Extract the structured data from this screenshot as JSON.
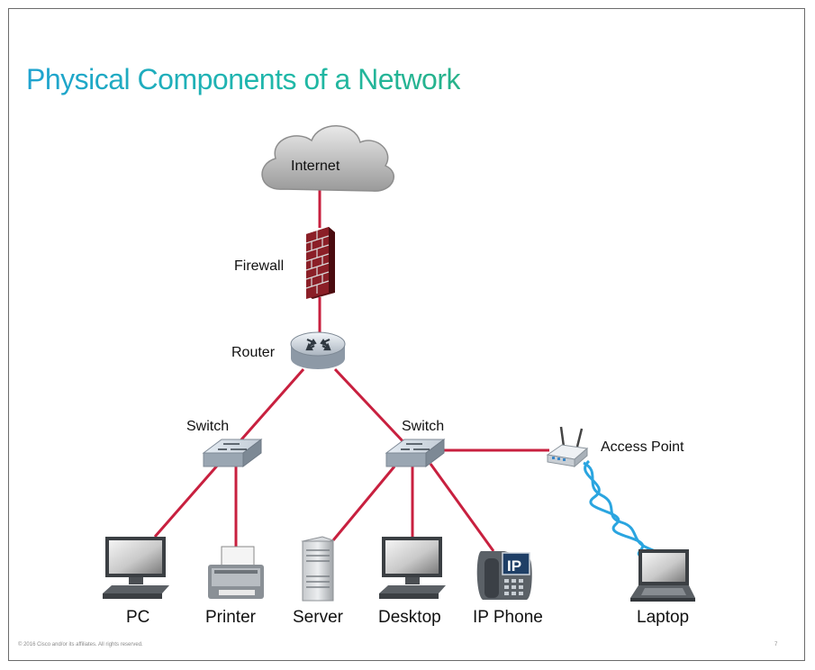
{
  "slide": {
    "title": "Physical Components of a Network",
    "footer": "© 2016 Cisco and/or its affiliates. All rights reserved.",
    "page_number": "7"
  },
  "colors": {
    "link": "#c8203f",
    "wireless": "#2aa5e0",
    "firewall": "#8b1f27",
    "title_start": "#1fa3d0",
    "title_end": "#27b28a"
  },
  "nodes": {
    "internet": {
      "label": "Internet",
      "icon": "cloud-icon"
    },
    "firewall": {
      "label": "Firewall",
      "icon": "firewall-icon"
    },
    "router": {
      "label": "Router",
      "icon": "router-icon"
    },
    "switch_left": {
      "label": "Switch",
      "icon": "switch-icon"
    },
    "switch_right": {
      "label": "Switch",
      "icon": "switch-icon"
    },
    "access_point": {
      "label": "Access Point",
      "icon": "access-point-icon"
    },
    "pc": {
      "label": "PC",
      "icon": "monitor-icon"
    },
    "printer": {
      "label": "Printer",
      "icon": "printer-icon"
    },
    "server": {
      "label": "Server",
      "icon": "server-icon"
    },
    "desktop": {
      "label": "Desktop",
      "icon": "monitor-icon"
    },
    "ip_phone": {
      "label": "IP Phone",
      "icon": "ip-phone-icon",
      "badge": "IP"
    },
    "laptop": {
      "label": "Laptop",
      "icon": "laptop-icon"
    }
  }
}
